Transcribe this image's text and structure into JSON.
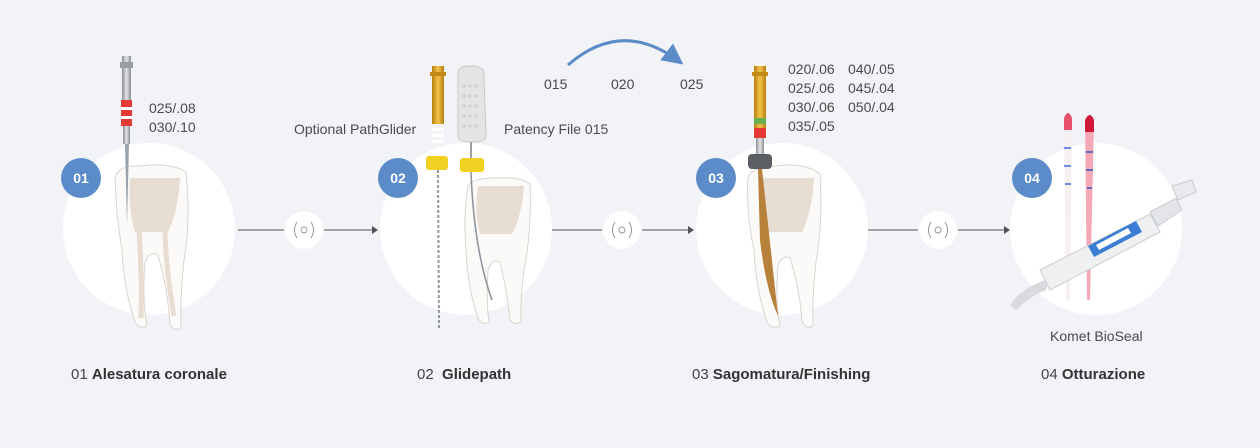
{
  "steps": [
    {
      "number": "01",
      "label_num": "01",
      "label_name": "Alesatura coronale",
      "specs": [
        "025/.08",
        "030/.10"
      ]
    },
    {
      "number": "02",
      "label_num": "02",
      "label_name": "Glidepath",
      "left_caption": "Optional PathGlider",
      "right_caption": "Patency File 015"
    },
    {
      "number": "03",
      "label_num": "03",
      "label_name": "Sagomatura/Finishing",
      "specs_col1": [
        "020/.06",
        "025/.06",
        "030/.06",
        "035/.05"
      ],
      "specs_col2": [
        "040/.05",
        "045/.04",
        "050/.04"
      ]
    },
    {
      "number": "04",
      "label_num": "04",
      "label_name": "Otturazione",
      "product": "Komet BioSeal"
    }
  ],
  "sequence": [
    "015",
    "020",
    "025"
  ],
  "colors": {
    "badge": "#5b8bc9",
    "arc": "#5b8bc9",
    "background": "#f2f3f7",
    "gold": "#d9a321",
    "red_ring": "#e53935"
  }
}
